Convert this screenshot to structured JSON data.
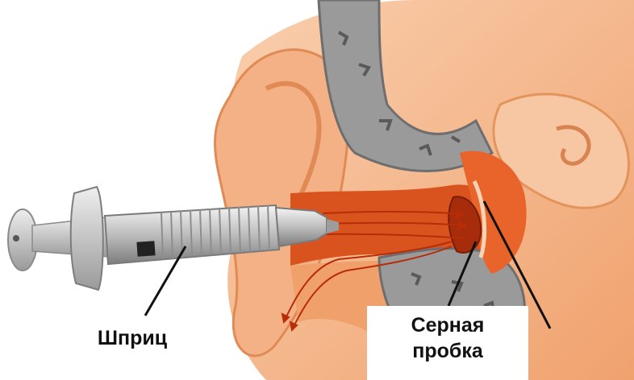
{
  "labels": {
    "syringe": "Шприц",
    "earwax_plug_line1": "Серная",
    "earwax_plug_line2": "пробка"
  },
  "colors": {
    "skin": "#f2a878",
    "skin_dark": "#e07a44",
    "canal": "#d94a1a",
    "bone": "#8c8c8c",
    "bone_light": "#c8c8c8",
    "wax": "#b0300c",
    "syringe_metal": "#b9b9b9",
    "pointer": "#111111"
  },
  "icons": [
    "syringe-icon",
    "ear-anatomy-illustration",
    "water-stream-arrows"
  ]
}
